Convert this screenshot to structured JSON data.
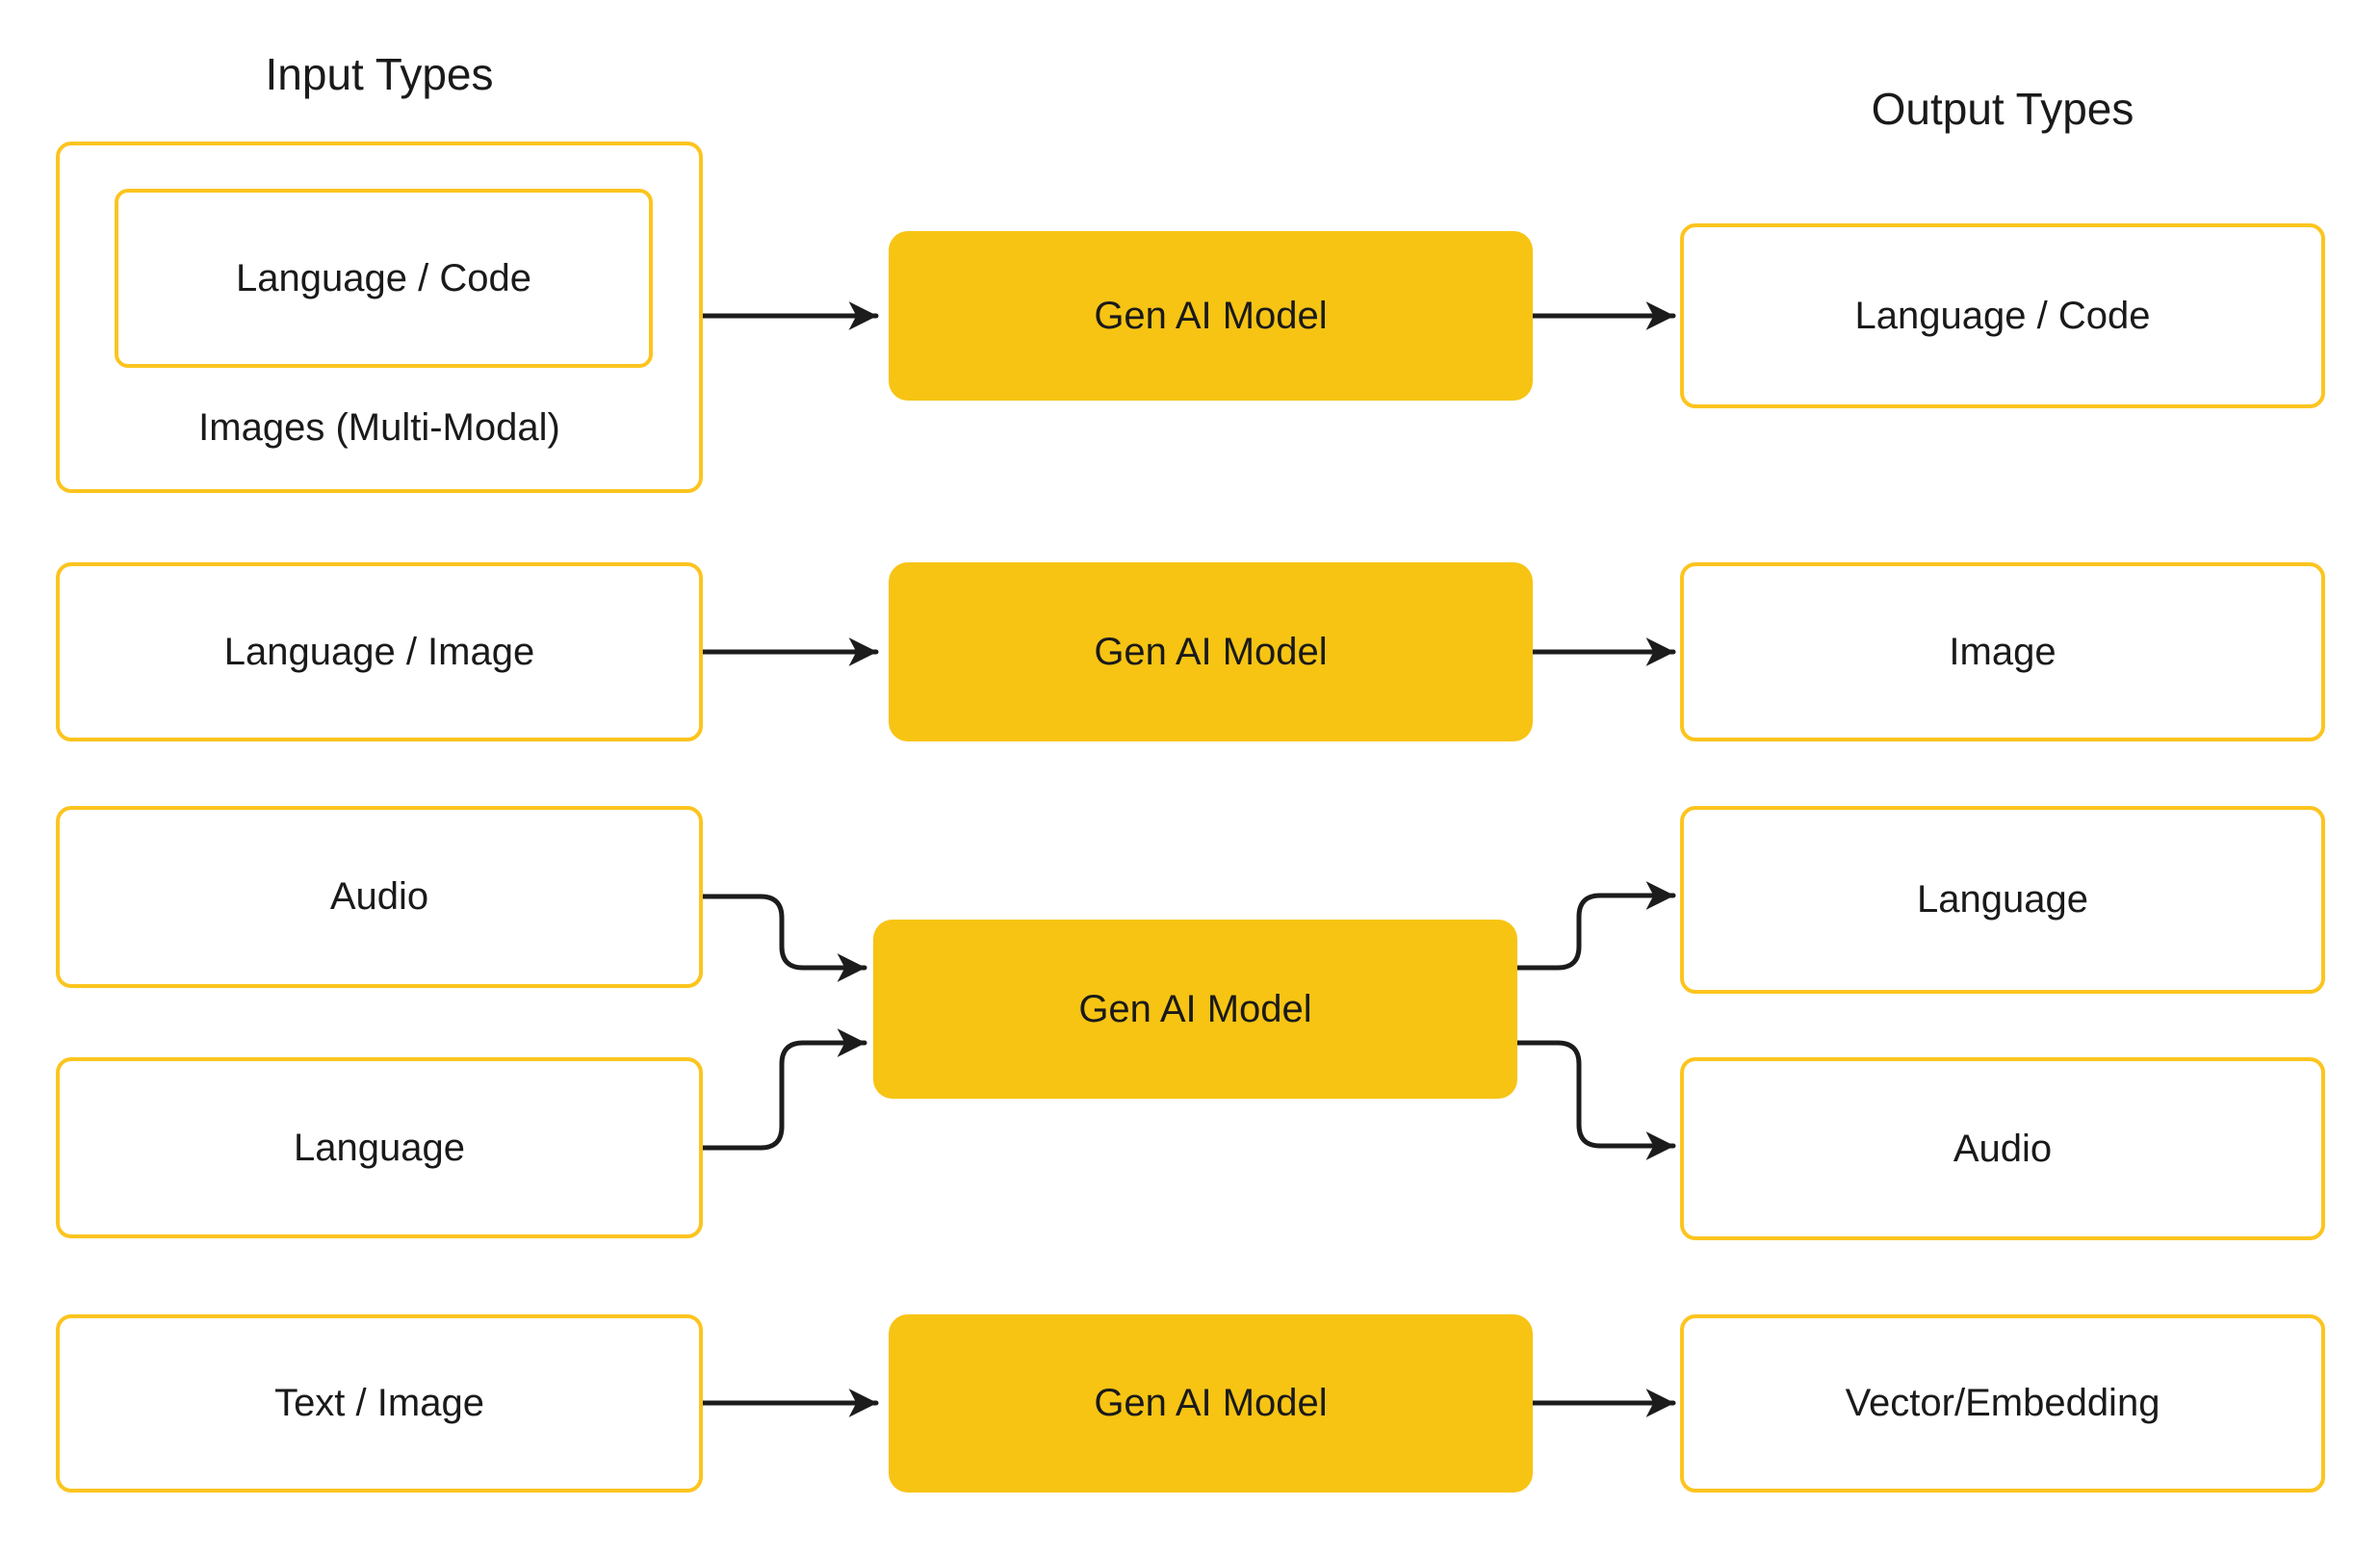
{
  "titles": {
    "input": "Input Types",
    "output": "Output Types"
  },
  "rows": {
    "r1": {
      "input_group": "Images (Multi-Modal)",
      "input_nested": "Language / Code",
      "model": "Gen AI Model",
      "output": "Language / Code"
    },
    "r2": {
      "input": "Language / Image",
      "model": "Gen AI Model",
      "output": "Image"
    },
    "r3": {
      "input_top": "Audio",
      "input_bottom": "Language",
      "model": "Gen AI Model",
      "output_top": "Language",
      "output_bottom": "Audio"
    },
    "r4": {
      "input": "Text / Image",
      "model": "Gen AI Model",
      "output": "Vector/Embedding"
    }
  },
  "colors": {
    "model_fill": "#F7C414",
    "model_text": "#1A1A1A",
    "box_border": "#FCC41E",
    "box_fill": "#FFFFFF",
    "arrow": "#1C1C1C",
    "text": "#1A1A1A",
    "background": "#FFFFFF"
  }
}
